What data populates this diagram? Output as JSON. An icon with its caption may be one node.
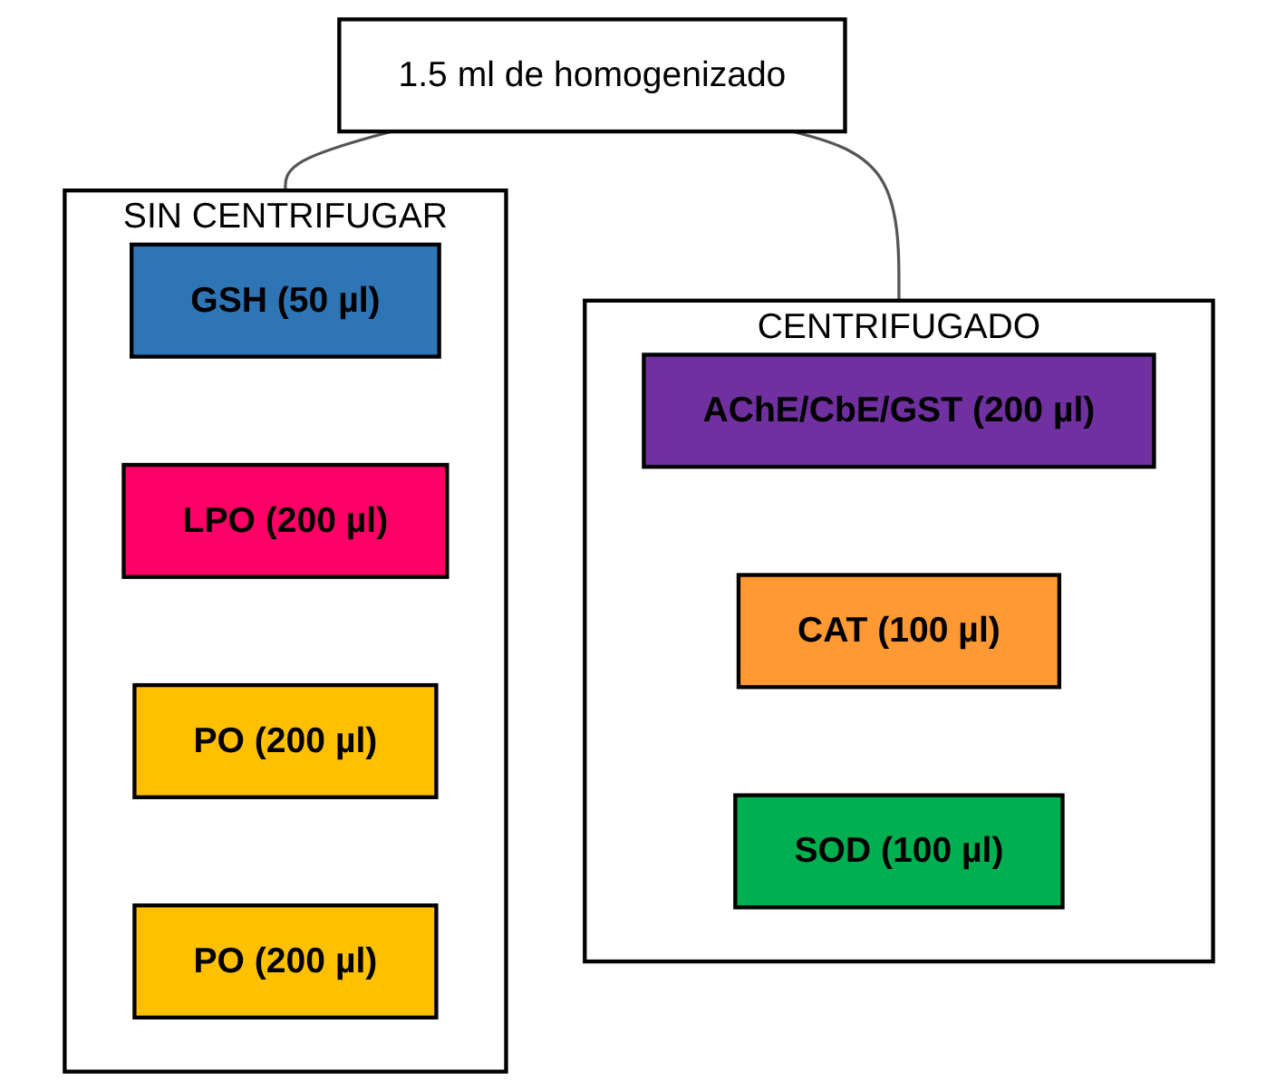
{
  "diagram": {
    "nodes": [
      {
        "text": [
          "1.5 ml de homogenizado"
        ]
      },
      {
        "text": [
          "SIN CENTRIFUGAR"
        ]
      },
      {
        "text": [
          "GSH (50 µl)"
        ],
        "in": 1
      },
      {
        "text": [
          "LPO (200 µl)"
        ],
        "in": 1
      },
      {
        "text": [
          "PO (200 µl)"
        ],
        "in": 1
      },
      {
        "text": [
          "PO (200 µl)"
        ],
        "in": 1
      },
      {
        "text": [
          "CENTRIFUGADO"
        ]
      },
      {
        "text": [
          "AChE/CbE/GST (200 µl)"
        ],
        "in": 6
      },
      {
        "text": [
          "CAT (100 µl)"
        ],
        "in": 6
      },
      {
        "text": [
          "SOD (100 µl)"
        ],
        "in": 6
      }
    ],
    "edges": [
      {
        "from": 0,
        "to": 1,
        "arrow": "none"
      },
      {
        "from": 0,
        "to": 6,
        "arrow": "none"
      }
    ]
  }
}
